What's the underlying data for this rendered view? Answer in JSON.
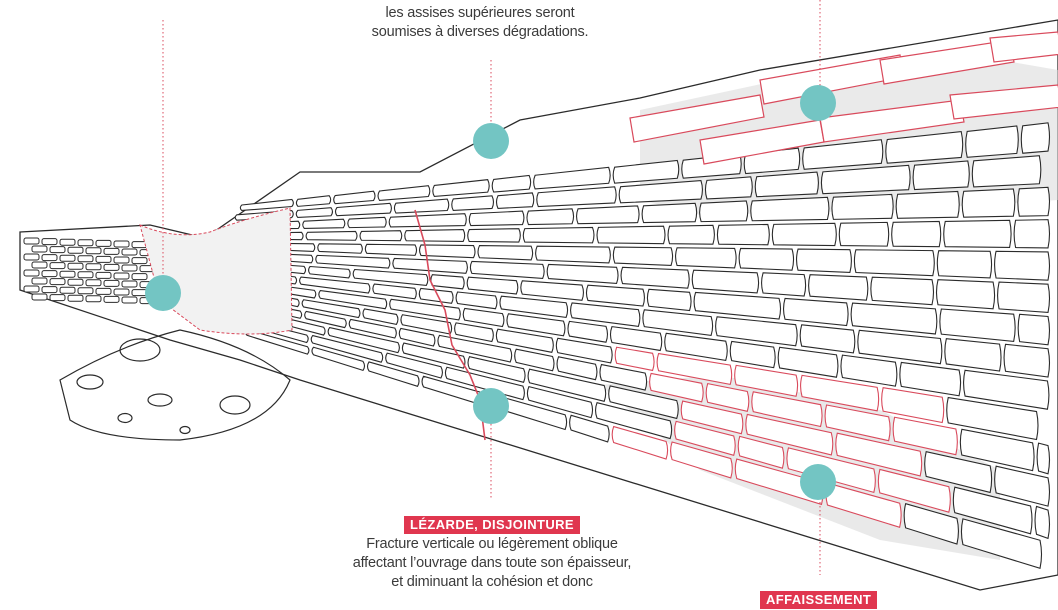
{
  "colors": {
    "marker": "#73c5c3",
    "tag_background": "#e0364f",
    "tag_text": "#ffffff",
    "ink": "#2b2b2b",
    "damage_outline": "#d94a5c",
    "caption_text": "#3b3b3b"
  },
  "captions": {
    "top_center": {
      "lines": [
        "les assises supérieures seront",
        "soumises à diverses dégradations."
      ]
    },
    "crack": {
      "tag": "LÉZARDE, DISJOINTURE",
      "lines": [
        "Fracture verticale ou légèrement oblique",
        "affectant l’ouvrage dans toute son épaisseur,",
        "et diminuant la cohésion et donc"
      ]
    },
    "settlement": {
      "tag": "AFFAISSEMENT"
    }
  },
  "markers": [
    {
      "id": "marker-breach"
    },
    {
      "id": "marker-top-courses"
    },
    {
      "id": "marker-coping"
    },
    {
      "id": "marker-crack"
    },
    {
      "id": "marker-settlement"
    }
  ]
}
